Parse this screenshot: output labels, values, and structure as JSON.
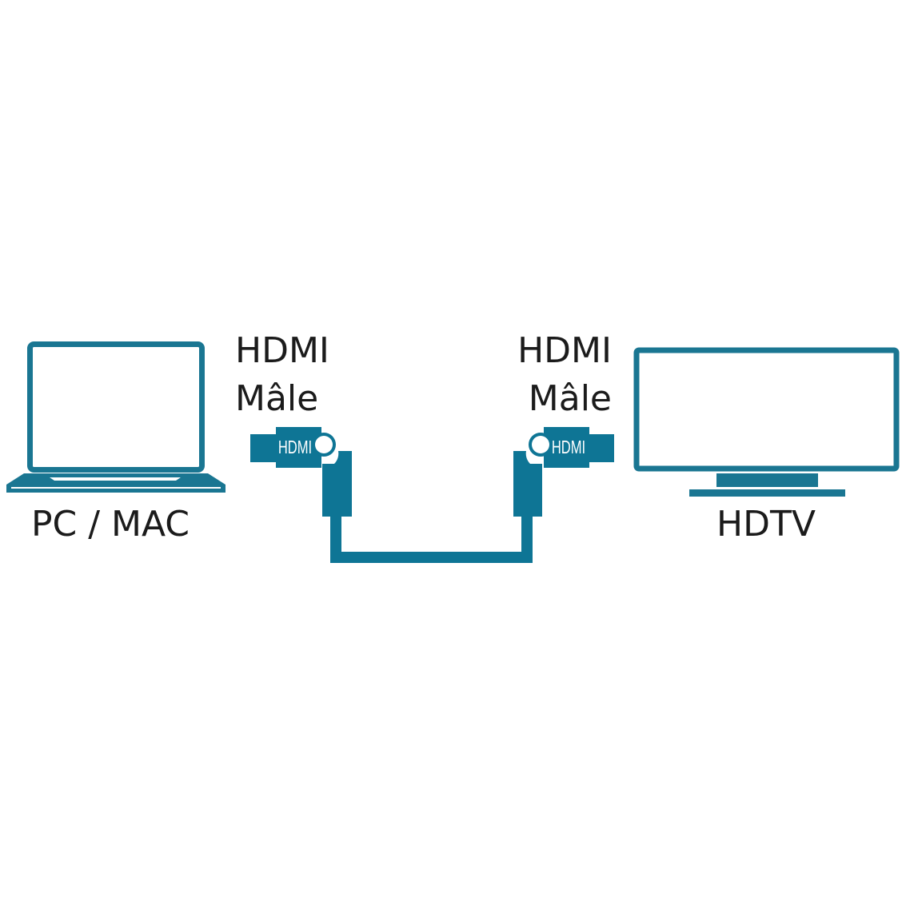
{
  "colors": {
    "device": "#1a7692",
    "cable": "#0e7595",
    "connector": "#0e7595",
    "text": "#1b1b1b",
    "plug_text": "#ffffff",
    "background": "#ffffff"
  },
  "source": {
    "label": "PC / MAC",
    "icon": "laptop-icon"
  },
  "target": {
    "label": "HDTV",
    "icon": "tv-icon"
  },
  "left_connector": {
    "label_line1": "HDMI",
    "label_line2": "Mâle",
    "plug_text": "HDMI",
    "icon": "hdmi-plug-icon"
  },
  "right_connector": {
    "label_line1": "HDMI",
    "label_line2": "Mâle",
    "plug_text": "HDMI",
    "icon": "hdmi-plug-icon"
  },
  "cable": {
    "icon": "cable-icon"
  }
}
